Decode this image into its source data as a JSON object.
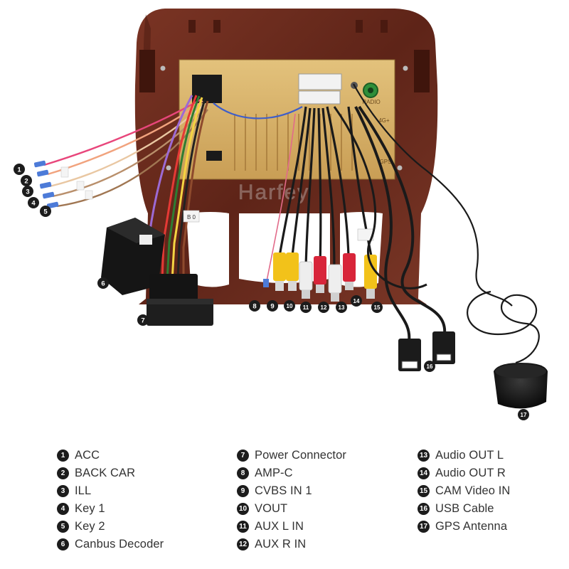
{
  "watermark": "Harfey",
  "unit_labels": {
    "radio": "RADIO",
    "fourg": "4G+",
    "gps": "GPS",
    "harness_tag": "B 0"
  },
  "legend": [
    {
      "n": "1",
      "label": "ACC"
    },
    {
      "n": "2",
      "label": "BACK CAR"
    },
    {
      "n": "3",
      "label": "ILL"
    },
    {
      "n": "4",
      "label": "Key 1"
    },
    {
      "n": "5",
      "label": "Key 2"
    },
    {
      "n": "6",
      "label": "Canbus Decoder"
    },
    {
      "n": "7",
      "label": "Power Connector"
    },
    {
      "n": "8",
      "label": "AMP-C"
    },
    {
      "n": "9",
      "label": "CVBS IN 1"
    },
    {
      "n": "10",
      "label": "VOUT"
    },
    {
      "n": "11",
      "label": "AUX L IN"
    },
    {
      "n": "12",
      "label": "AUX R IN"
    },
    {
      "n": "13",
      "label": "Audio OUT L"
    },
    {
      "n": "14",
      "label": "Audio OUT R"
    },
    {
      "n": "15",
      "label": "CAM Video IN"
    },
    {
      "n": "16",
      "label": "USB Cable"
    },
    {
      "n": "17",
      "label": "GPS Antenna"
    }
  ],
  "colors": {
    "wood": "#6e2c1e",
    "wood_dark": "#3f150c",
    "unit": "#d9b56e",
    "rca_yellow": "#f2c21a",
    "rca_white": "#eeeeee",
    "rca_red": "#d8253a",
    "badge": "#1c1c1c"
  }
}
